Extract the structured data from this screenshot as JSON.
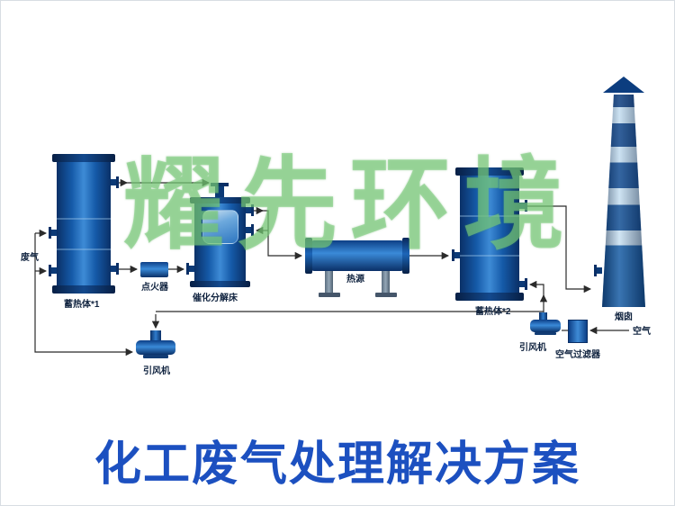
{
  "title": "化工废气处理解决方案",
  "watermark": "耀先环境",
  "equipment": {
    "waste_gas_label": "废气",
    "accumulator1_label": "蓄热体*1",
    "igniter_label": "点火器",
    "catalytic_bed_label": "催化分解床",
    "heat_source_label": "热源",
    "accumulator2_label": "蓄热体*2",
    "fan_left_label": "引风机",
    "fan_right_label": "引风机",
    "air_filter_label": "空气过滤器",
    "air_label": "空气",
    "chimney_label": "烟囱"
  },
  "colors": {
    "vessel_blue_dark": "#0a3067",
    "vessel_blue_mid": "#155aa8",
    "vessel_blue_light": "#3e8bd6",
    "chimney_stripe_light": "#c3ddf0",
    "watermark_green": "rgba(125,204,125,0.62)",
    "title_blue": "#1c50c0",
    "pipe_line": "#2b2b2b",
    "background": "#ffffff"
  }
}
